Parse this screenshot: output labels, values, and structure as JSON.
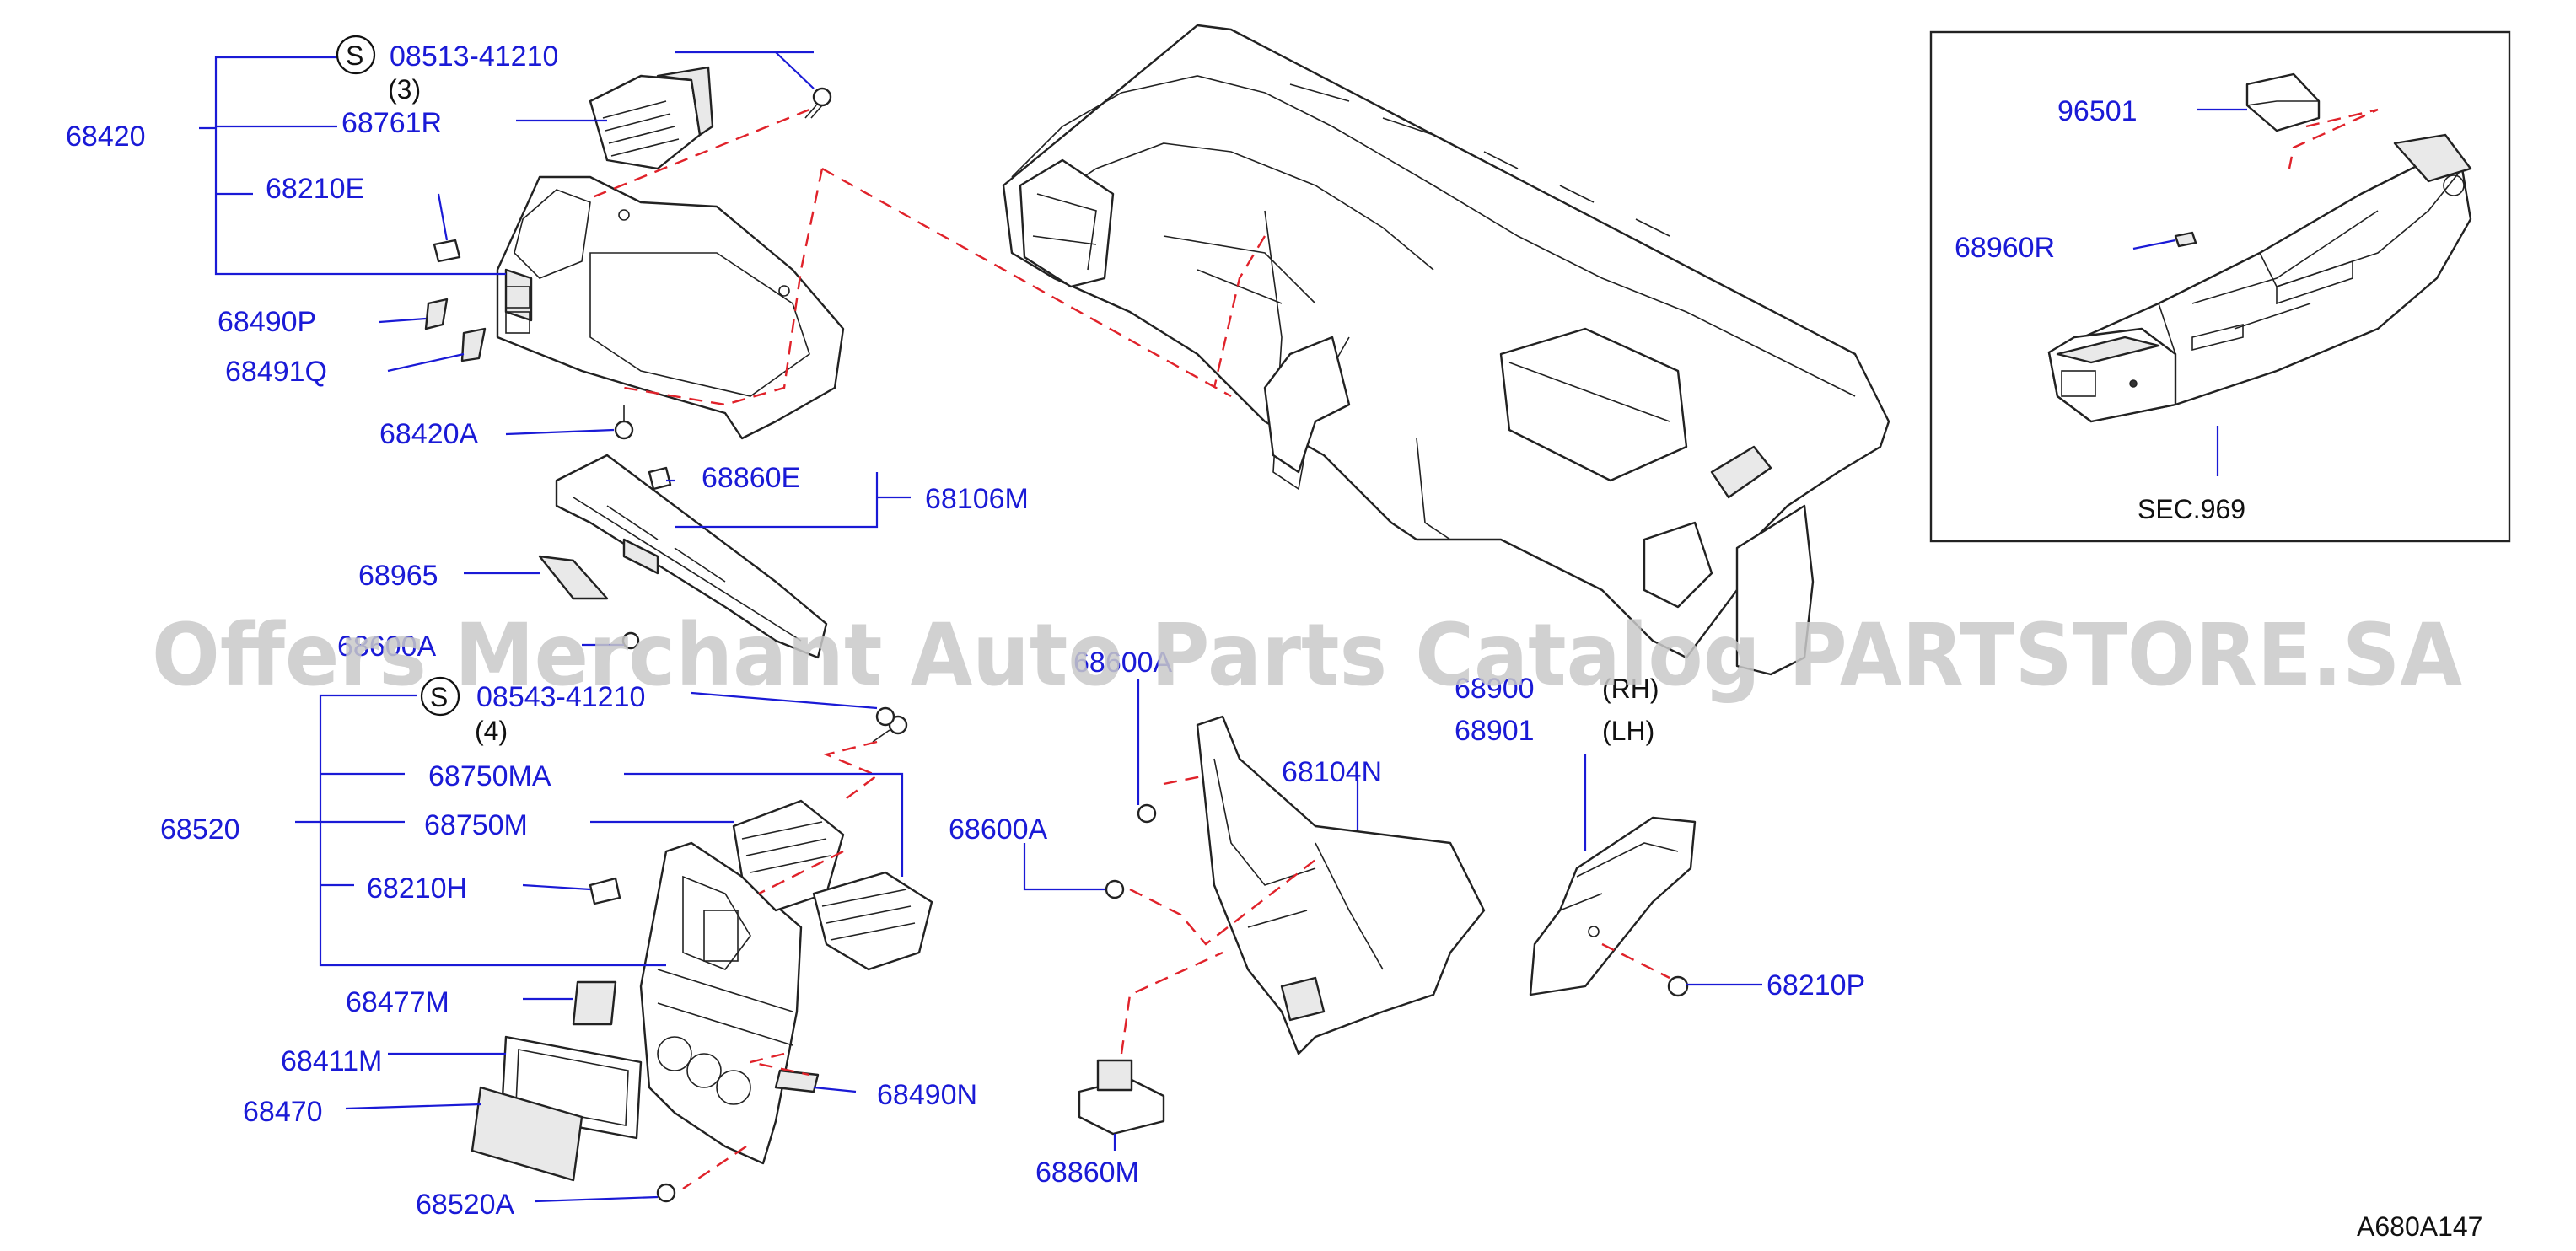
{
  "labels": {
    "p_08513": "08513-41210",
    "qty_3": "(3)",
    "p_68420": "68420",
    "p_68761R": "68761R",
    "p_68210E": "68210E",
    "p_68490P": "68490P",
    "p_68491Q": "68491Q",
    "p_68420A": "68420A",
    "p_68860E": "68860E",
    "p_68106M": "68106M",
    "p_68965": "68965",
    "p_68600A_left": "68600A",
    "p_08543": "08543-41210",
    "qty_4": "(4)",
    "p_68750MA": "68750MA",
    "p_68520": "68520",
    "p_68750M": "68750M",
    "p_68210H": "68210H",
    "p_68477M": "68477M",
    "p_68411M": "68411M",
    "p_68470": "68470",
    "p_68490N": "68490N",
    "p_68520A": "68520A",
    "p_68600A_top": "68600A",
    "p_68600A_mid": "68600A",
    "p_68104N": "68104N",
    "p_68860M": "68860M",
    "p_68900": "68900",
    "rh": "(RH)",
    "p_68901": "68901",
    "lh": "(LH)",
    "p_68210P": "68210P",
    "p_96501": "96501",
    "p_68960R": "68960R",
    "sec_969": "SEC.969",
    "s_symbol_1": "S",
    "s_symbol_2": "S"
  },
  "footer": {
    "diagram_code": "A680A147"
  },
  "watermark": {
    "text": "Offers Merchant Auto Parts Catalog PARTSTORE.SA"
  },
  "colors": {
    "part_number": "#1a1ad6",
    "leader_dashed": "#e0222a",
    "outline": "#222222",
    "watermark": "#c9c9c9"
  }
}
